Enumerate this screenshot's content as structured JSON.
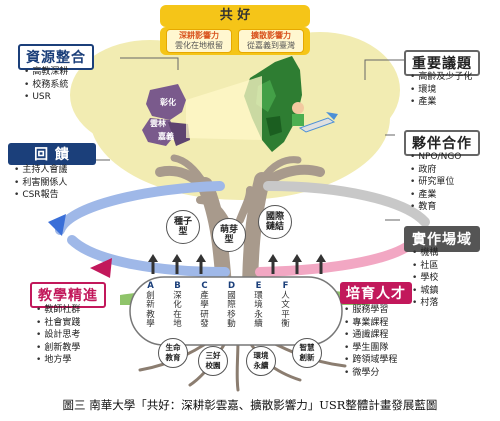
{
  "top": {
    "title": "共 好",
    "left_box": {
      "highlight": "深耕影響力",
      "name": "雲化在地根留"
    },
    "right_box": {
      "highlight": "擴散影響力",
      "name": "從嘉義到臺灣"
    }
  },
  "map_labels": {
    "changhua": "彰化",
    "yunlin": "雲林",
    "chiayi": "嘉義"
  },
  "resources": {
    "title": "資源整合",
    "items": [
      "高教深耕",
      "校務系統",
      "USR"
    ]
  },
  "feedback": {
    "title": "回 饋",
    "items": [
      "主持人會議",
      "利害關係人",
      "CSR報告"
    ]
  },
  "teaching": {
    "title": "教學精進",
    "items": [
      "教師社群",
      "社會實踐",
      "設計思考",
      "創新教學",
      "地方學"
    ]
  },
  "issues": {
    "title": "重要議題",
    "items": [
      "高齡及少子化",
      "環境",
      "產業"
    ]
  },
  "partners": {
    "title": "夥伴合作",
    "items": [
      "NPO/NGO",
      "政府",
      "研究單位",
      "產業",
      "教育"
    ]
  },
  "fields": {
    "title": "實作場域",
    "items": [
      "機構",
      "社區",
      "學校",
      "城鎮",
      "村落"
    ]
  },
  "talent": {
    "title": "培育人才",
    "items": [
      "服務學習",
      "專業課程",
      "通識課程",
      "學生團隊",
      "跨領域學程",
      "微學分"
    ]
  },
  "fruits": {
    "seed": "種子型",
    "sprout": "萌芽型",
    "intl": "國際鏈結"
  },
  "pillars": [
    {
      "letter": "A",
      "text": "創新教學"
    },
    {
      "letter": "B",
      "text": "深化在地"
    },
    {
      "letter": "C",
      "text": "產學研發"
    },
    {
      "letter": "D",
      "text": "國際移動"
    },
    {
      "letter": "E",
      "text": "環境永續"
    },
    {
      "letter": "F",
      "text": "人文平衡"
    }
  ],
  "roots": [
    "生命教育",
    "三好校園",
    "環境永續",
    "智慧創新"
  ],
  "caption": "圖三 南華大學「共好：深耕彰雲嘉、擴散影響力」USR整體計畫發展藍圖",
  "colors": {
    "navy": "#1b3f7a",
    "pink": "#c2185b",
    "gold": "#f5c518",
    "trunk": "#a89a8c",
    "canopy": "#f2ecb2",
    "map_green": "#2e7d32",
    "map_purple": "#7a5a8c"
  }
}
